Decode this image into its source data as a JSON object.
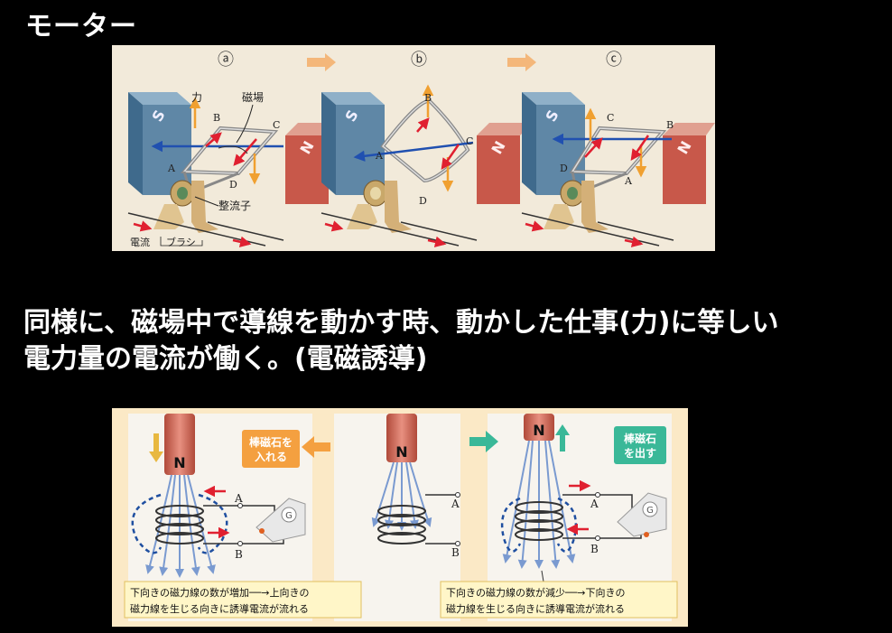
{
  "slide": {
    "title": "モーター",
    "body_line1": "同様に、磁場中で導線を動かす時、動かした仕事(力)に等しい",
    "body_line2": "電力量の電流が働く。(電磁誘導)"
  },
  "motor_diagram": {
    "panels": [
      "ⓐ",
      "ⓑ",
      "ⓒ"
    ],
    "pole_s": "S",
    "pole_n": "N",
    "force_label": "力",
    "field_label": "磁場",
    "commutator_label": "整流子",
    "current_label": "電流",
    "brush_label": "ブラシ",
    "points": {
      "a": "A",
      "b": "B",
      "c": "C",
      "d": "D"
    }
  },
  "induction_diagram": {
    "magnet_pole": "N",
    "insert_label_1": "棒磁石を",
    "insert_label_2": "入れる",
    "remove_label_1": "棒磁石",
    "remove_label_2": "を出す",
    "terminal_a": "A",
    "terminal_b": "B",
    "galvanometer": "G",
    "caption_left_1": "下向きの磁力線の数が増加──→上向きの",
    "caption_left_2": "磁力線を生じる向きに誘導電流が流れる",
    "caption_right_1": "下向きの磁力線の数が減少──→下向きの",
    "caption_right_2": "磁力線を生じる向きに誘導電流が流れる"
  },
  "colors": {
    "magnet_s": "#5f87a6",
    "magnet_n": "#c8584a",
    "force_arrow": "#f0a030",
    "current_arrow": "#e02030",
    "field_line": "#2050b0"
  }
}
